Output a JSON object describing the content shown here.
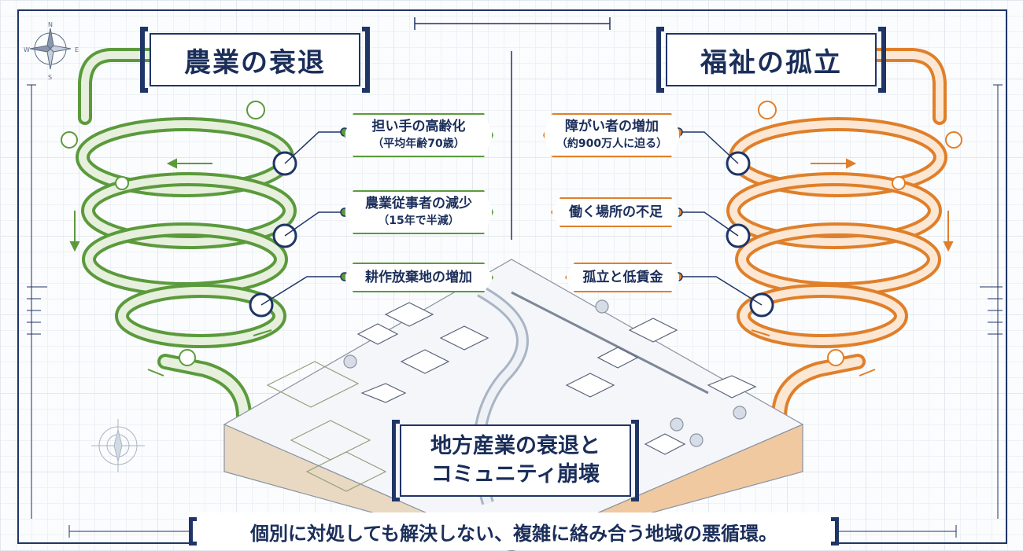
{
  "titles": {
    "left": "農業の衰退",
    "right": "福祉の孤立"
  },
  "left_items": [
    {
      "main": "担い手の高齢化",
      "sub": "（平均年齢70歳）"
    },
    {
      "main": "農業従事者の減少",
      "sub": "（15年で半減）"
    },
    {
      "main": "耕作放棄地の増加",
      "sub": ""
    }
  ],
  "right_items": [
    {
      "main": "障がい者の増加",
      "sub": "（約900万人に迫る）"
    },
    {
      "main": "働く場所の不足",
      "sub": ""
    },
    {
      "main": "孤立と低賃金",
      "sub": ""
    }
  ],
  "center": {
    "line1": "地方産業の衰退と",
    "line2": "コミュニティ崩壊"
  },
  "bottom": "個別に対処しても解決しない、複雑に絡み合う地域の悪循環。",
  "compass": {
    "n": "N",
    "e": "E",
    "s": "S",
    "w": "W"
  },
  "colors": {
    "navy": "#1f3566",
    "green": "#5b9a3c",
    "orange": "#e07f2a"
  },
  "icons": [
    "compass-icon",
    "pressure-gauge-icon",
    "valve-icon",
    "flow-arrow-icon",
    "isometric-town-illustration"
  ]
}
